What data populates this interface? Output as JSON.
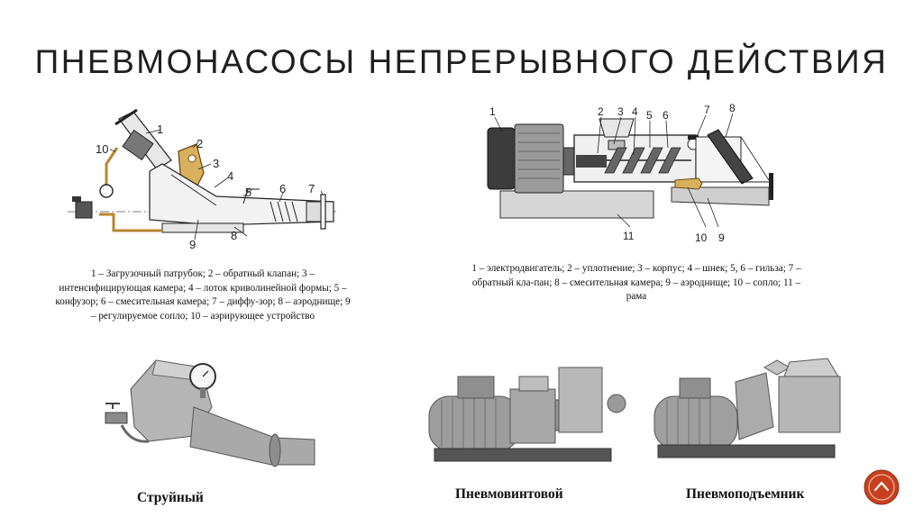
{
  "title": "ПНЕВМОНАСОСЫ НЕПРЕРЫВНОГО ДЕЙСТВИЯ",
  "left_diagram": {
    "numbers": [
      "1",
      "2",
      "3",
      "4",
      "5",
      "6",
      "7",
      "8",
      "9",
      "10"
    ],
    "caption": "1 – Загрузочный патрубок; 2 – обратный клапан; 3 – интенсифицирующая камера; 4 – лоток криволинейной формы; 5 – конфузор; 6 – смесительная камера; 7 – диффу-зор; 8 – аэроднище; 9 – регулируемое сопло; 10 – аэрирующее устройство"
  },
  "right_diagram": {
    "numbers": [
      "1",
      "2",
      "3",
      "4",
      "5",
      "6",
      "7",
      "8",
      "9",
      "10",
      "11"
    ],
    "caption": "1 – электродвигатель; 2 – уплотнение; 3 – корпус; 4 – шнек; 5, 6 – гильза; 7 – обратный кла-пан; 8 – смесительная камера; 9 – аэроднище; 10 – сопло; 11 – рама"
  },
  "photos": [
    {
      "label": "Струйный"
    },
    {
      "label": "Пневмовинтовой"
    },
    {
      "label": "Пневмоподъемник"
    }
  ],
  "colors": {
    "accent": "#c8401f",
    "brass": "#b8862e",
    "title": "#1f1f1f"
  },
  "nav": {
    "icon": "arrow-up-icon"
  }
}
